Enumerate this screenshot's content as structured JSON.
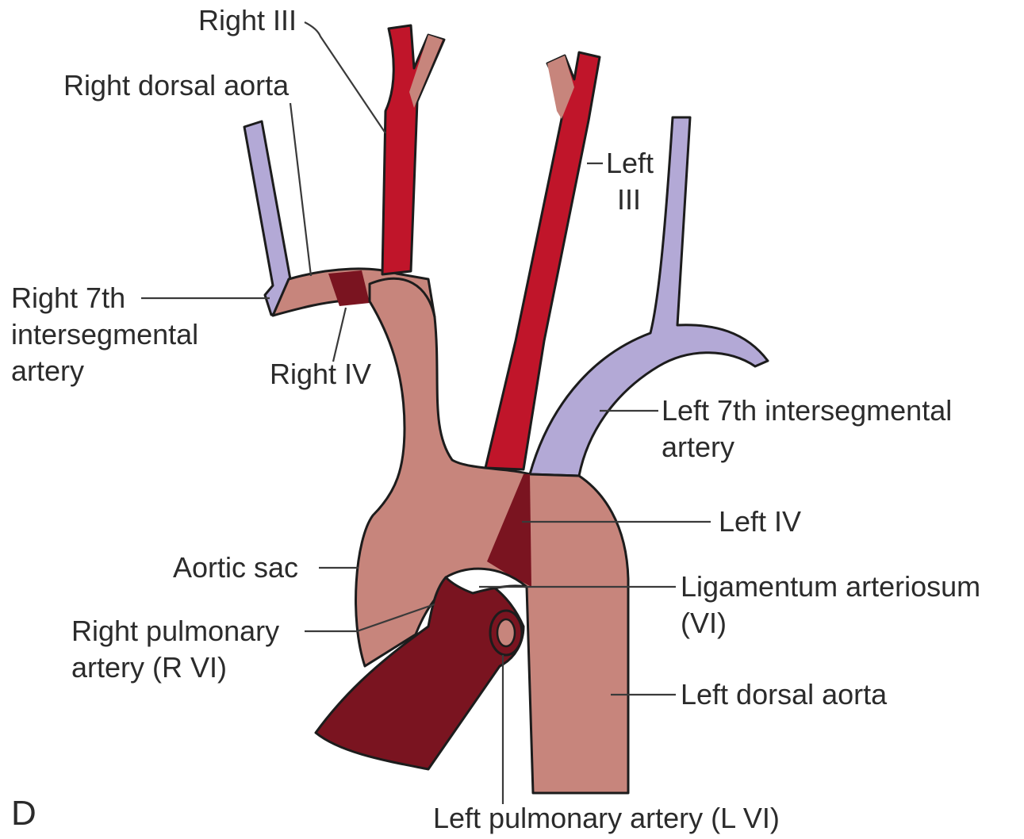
{
  "figure": {
    "panel_letter": "D",
    "colors": {
      "bright_artery": "#c0152a",
      "dark_artery": "#7a1420",
      "pink_aorta": "#c7857c",
      "intersegmental_lavender": "#b3a9d6",
      "outline": "#1c1c1c"
    }
  },
  "labels": {
    "right_iii": "Right III",
    "right_dorsal_aorta": "Right dorsal aorta",
    "left_iii_line1": "Left",
    "left_iii_line2": "III",
    "right_7th_line1": "Right 7th",
    "right_7th_line2": "intersegmental",
    "right_7th_line3": "artery",
    "right_iv": "Right IV",
    "left_7th_line1": "Left 7th intersegmental",
    "left_7th_line2": "artery",
    "left_iv": "Left IV",
    "aortic_sac": "Aortic sac",
    "ligamentum_line1": "Ligamentum arteriosum",
    "ligamentum_line2": "(VI)",
    "right_pulmonary_line1": "Right pulmonary",
    "right_pulmonary_line2": "artery (R VI)",
    "left_dorsal_aorta": "Left dorsal aorta",
    "left_pulmonary": "Left pulmonary artery (L VI)"
  }
}
